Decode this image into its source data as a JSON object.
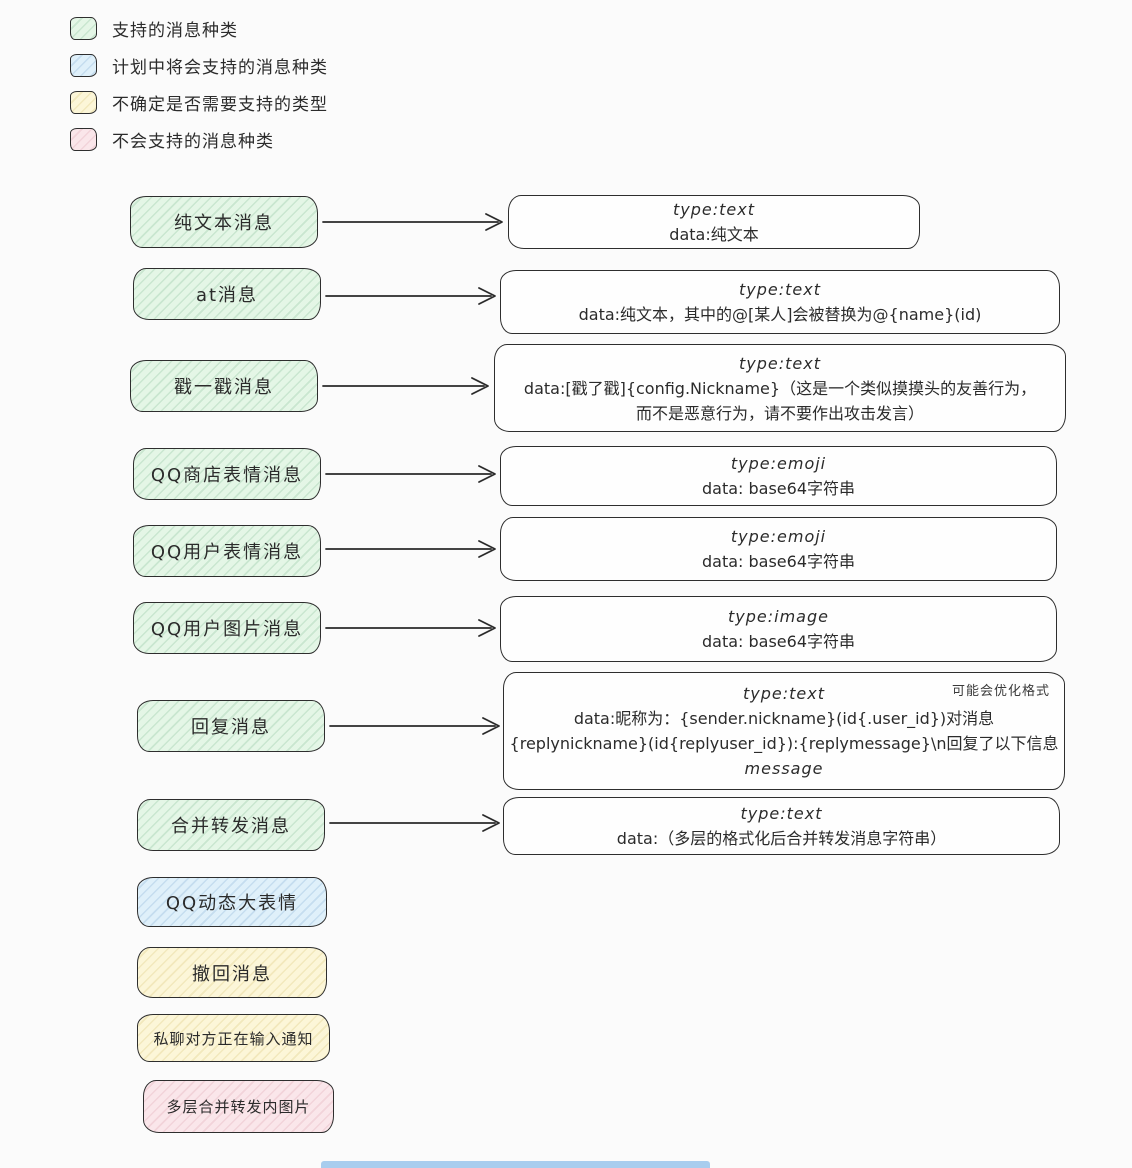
{
  "legend": {
    "items": [
      {
        "label": "支持的消息种类",
        "color": "#e4f6e6",
        "category": "supported"
      },
      {
        "label": "计划中将会支持的消息种类",
        "color": "#dff0fa",
        "category": "planned"
      },
      {
        "label": "不确定是否需要支持的类型",
        "color": "#fcf6d8",
        "category": "uncertain"
      },
      {
        "label": "不会支持的消息种类",
        "color": "#fae6ea",
        "category": "rejected"
      }
    ]
  },
  "flows": [
    {
      "source": "纯文本消息",
      "lines": [
        "type:text",
        "data:纯文本"
      ]
    },
    {
      "source": "at消息",
      "lines": [
        "type:text",
        "data:纯文本，其中的@[某人]会被替换为@{name}(id)"
      ]
    },
    {
      "source": "戳一戳消息",
      "lines": [
        "type:text",
        "data:[戳了戳]{config.Nickname}（这是一个类似摸摸头的友善行为，",
        "而不是恶意行为，请不要作出攻击发言）"
      ]
    },
    {
      "source": "QQ商店表情消息",
      "lines": [
        "type:emoji",
        "data: base64字符串"
      ]
    },
    {
      "source": "QQ用户表情消息",
      "lines": [
        "type:emoji",
        "data: base64字符串"
      ]
    },
    {
      "source": "QQ用户图片消息",
      "lines": [
        "type:image",
        "data: base64字符串"
      ]
    },
    {
      "source": "回复消息",
      "note": "可能会优化格式",
      "lines": [
        "type:text",
        "data:昵称为：{sender.nickname}(id{.user_id})对消息",
        "{replynickname}(id{replyuser_id}):{replymessage}\\n回复了以下信息",
        "message"
      ]
    },
    {
      "source": "合并转发消息",
      "lines": [
        "type:text",
        "data:（多层的格式化后合并转发消息字符串）"
      ]
    }
  ],
  "standalone": [
    {
      "label": "QQ动态大表情",
      "category": "planned"
    },
    {
      "label": "撤回消息",
      "category": "uncertain"
    },
    {
      "label": "私聊对方正在输入通知",
      "category": "uncertain"
    },
    {
      "label": "多层合并转发内图片",
      "category": "rejected"
    }
  ]
}
